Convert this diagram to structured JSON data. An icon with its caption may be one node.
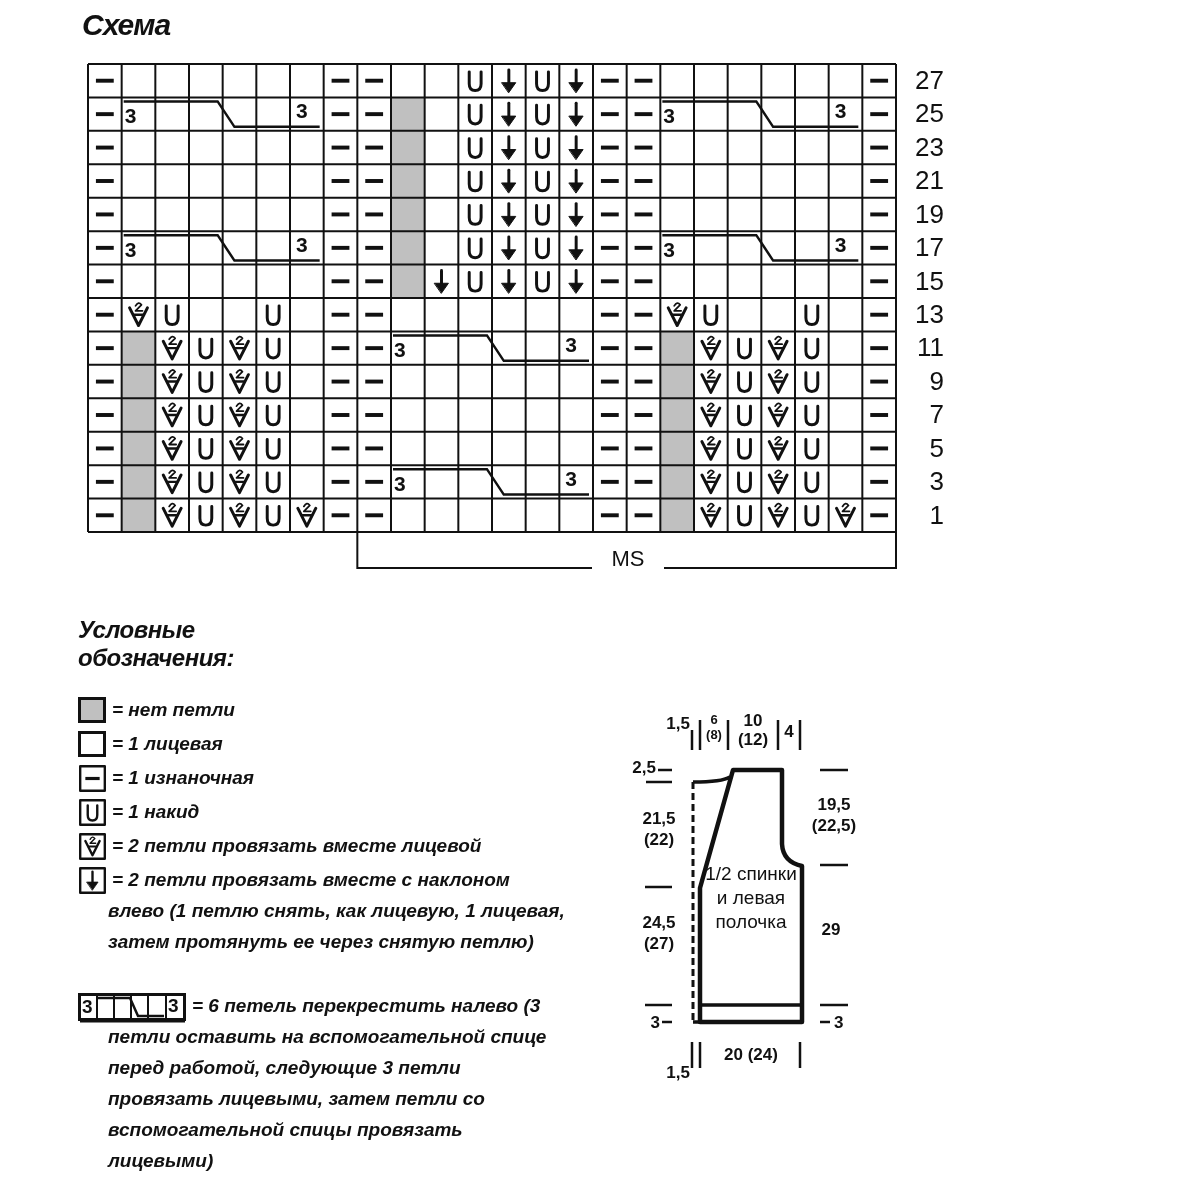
{
  "diagram": {
    "title": "Схема",
    "nodes": [
      {
        "text": [
          "1/2 спинки и левая полочка"
        ]
      }
    ],
    "labels": [
      "27",
      "3",
      "3",
      "3",
      "3",
      "25",
      "23",
      "21",
      "19",
      "3",
      "3",
      "3",
      "3",
      "17",
      "15",
      "13",
      "3",
      "3",
      "11",
      "9",
      "7",
      "5",
      "3",
      "3",
      "3",
      "1",
      "MS",
      "Условные обозначения:",
      "3",
      "3",
      "1,5",
      "6 (8)",
      "10 (12)",
      "4",
      "2,5",
      "21,5 (22)",
      "19,5 (22,5)",
      "24,5 (27)",
      "29",
      "3",
      "3",
      "20 (24)",
      "1,5"
    ],
    "legend": [
      {
        "text": "= нет петли",
        "color": "#c0c0c0"
      },
      {
        "text": "= 1 лицевая",
        "color": "#ffffff"
      },
      {
        "text": "= 1 изнаночная"
      },
      {
        "text": "= 1 накид"
      },
      {
        "text": "= 2 петли провязать вместе лицевой"
      },
      {
        "text": "= 2 петли провязать вместе с наклоном влево (1 петлю снять, как лицевую, 1 лицевая, затем протянуть ее через снятую петлю)"
      },
      {
        "text": "= 6 петель перекрестить налево (3 петли оставить на вспомогательной спице перед работой, следующие 3 петли провязать лицевыми, затем петли со вспомогательной спицы провязать лицевыми)"
      }
    ]
  }
}
